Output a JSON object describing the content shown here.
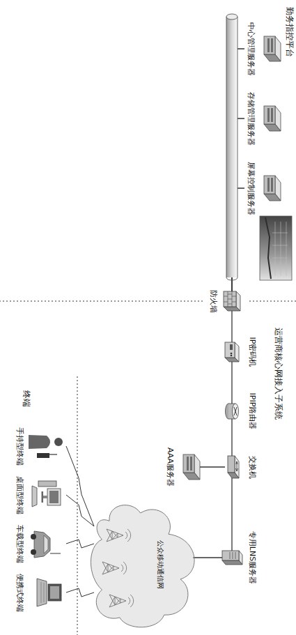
{
  "diagram": {
    "nodes": [
      {
        "text": [
          "中心管理服务器"
        ]
      },
      {
        "text": [
          "存储管理服务器"
        ]
      },
      {
        "text": [
          "屏幕控制服务器"
        ]
      },
      {
        "text": [
          "防火墙"
        ]
      },
      {
        "text": [
          "IP密码机"
        ]
      },
      {
        "text": [
          "IPIP路由器"
        ]
      },
      {
        "text": [
          "交换机"
        ]
      },
      {
        "text": [
          "AAA服务器"
        ]
      },
      {
        "text": [
          "专用LNS服务器"
        ]
      },
      {
        "text": [
          "公众移动通信网"
        ]
      },
      {
        "text": [
          "手持型终端"
        ]
      },
      {
        "text": [
          "桌面型终端"
        ]
      },
      {
        "text": [
          "车载型终端"
        ]
      },
      {
        "text": [
          "便携式终端"
        ]
      }
    ],
    "edges": [
      {
        "from": 0,
        "to": 3,
        "arrow": "none"
      },
      {
        "from": 1,
        "to": 3,
        "arrow": "none"
      },
      {
        "from": 2,
        "to": 3,
        "arrow": "none"
      },
      {
        "from": 3,
        "to": 4,
        "arrow": "none"
      },
      {
        "from": 4,
        "to": 5,
        "arrow": "none"
      },
      {
        "from": 5,
        "to": 6,
        "arrow": "none"
      },
      {
        "from": 6,
        "to": 7,
        "arrow": "none"
      },
      {
        "from": 6,
        "to": 8,
        "arrow": "none"
      },
      {
        "from": 8,
        "to": 9,
        "arrow": "none"
      },
      {
        "from": 9,
        "to": 10,
        "arrow": "none"
      },
      {
        "from": 9,
        "to": 11,
        "arrow": "none"
      },
      {
        "from": 9,
        "to": 12,
        "arrow": "none"
      },
      {
        "from": 9,
        "to": 13,
        "arrow": "none"
      }
    ],
    "labels": [
      "勤务指控平台",
      "运营商核心网接入子系统",
      "终端"
    ]
  }
}
